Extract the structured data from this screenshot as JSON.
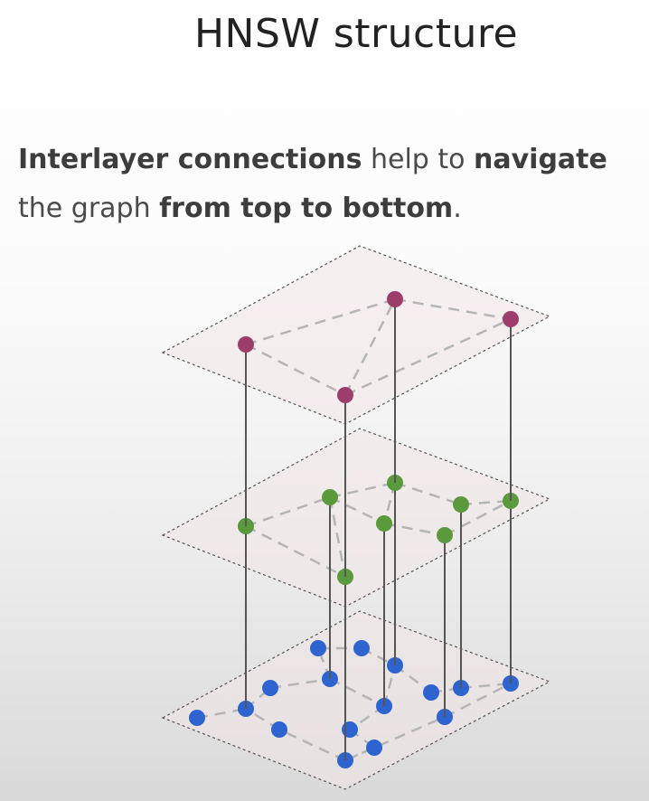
{
  "slide": {
    "title": "HNSW structure"
  },
  "caption": {
    "part1": "Interlayer connections",
    "part2": " help to ",
    "part3": "navigate",
    "part4": " the graph ",
    "part5": "from top to bottom",
    "part6": "."
  },
  "colors": {
    "top_layer_node": "#9c3d6b",
    "middle_layer_node": "#5b9a3c",
    "bottom_layer_node": "#2e64cf",
    "plane_fill": "#f2e6e8",
    "plane_border": "#555555",
    "intra_edge": "#b5b5b5",
    "inter_edge": "#555555"
  }
}
